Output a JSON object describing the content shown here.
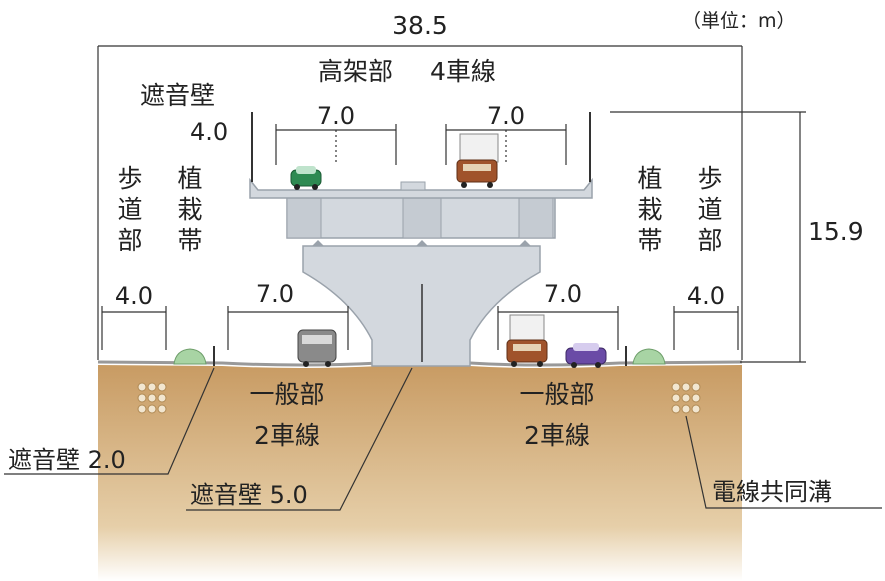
{
  "unit_label": "（単位：m）",
  "total_width": "38.5",
  "height": "15.9",
  "elevated": {
    "title": "高架部",
    "lanes": "4車線",
    "lane_width_left": "7.0",
    "lane_width_right": "7.0",
    "sound_wall_label": "遮音壁",
    "sound_wall_height": "4.0"
  },
  "left_side": {
    "sidewalk_chars": [
      "歩",
      "道",
      "部"
    ],
    "planting_chars": [
      "植",
      "栽",
      "帯"
    ],
    "sidewalk_width": "4.0",
    "road_width": "7.0",
    "road_title": "一般部",
    "road_lanes": "2車線"
  },
  "right_side": {
    "sidewalk_chars": [
      "歩",
      "道",
      "部"
    ],
    "planting_chars": [
      "植",
      "栽",
      "帯"
    ],
    "sidewalk_width": "4.0",
    "road_width": "7.0",
    "road_title": "一般部",
    "road_lanes": "2車線"
  },
  "callouts": {
    "sound_wall_small": "遮音壁 2.0",
    "sound_wall_median": "遮音壁 5.0",
    "utility_conduit": "電線共同溝"
  },
  "colors": {
    "ground": "#c9a06a",
    "structure": "#d4d9df",
    "tree": "#9ccc9c",
    "line": "#333333"
  }
}
